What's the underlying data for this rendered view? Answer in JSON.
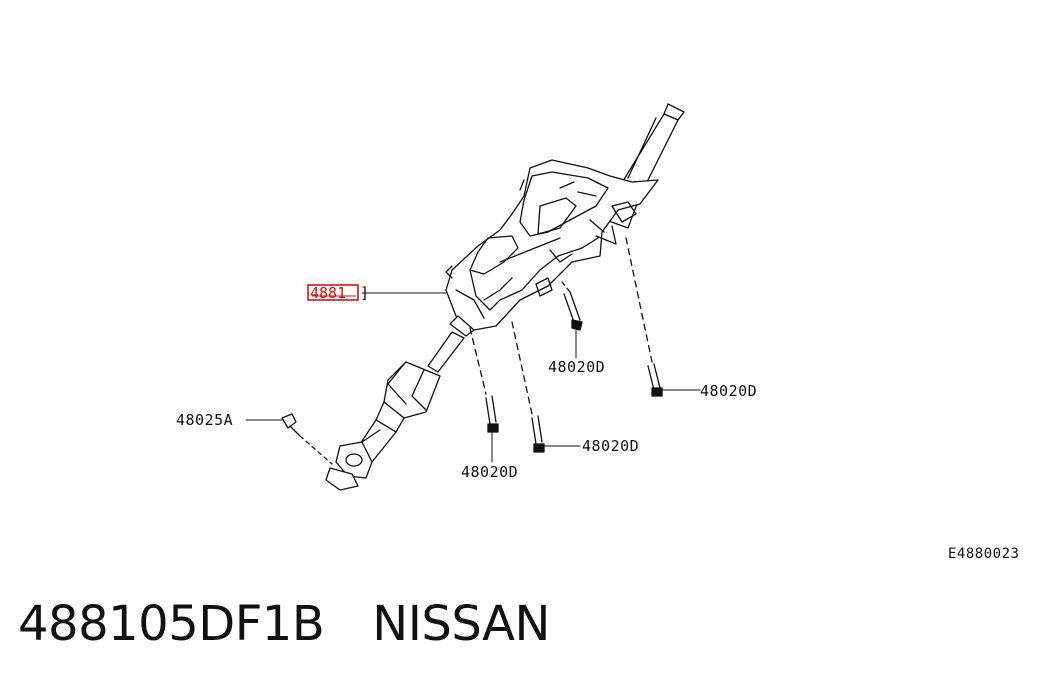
{
  "diagram": {
    "figure_code": "E4880023",
    "highlighted_callout": "4881",
    "callouts": {
      "bolt_upper_mid": "48020D",
      "bolt_upper_right": "48020D",
      "bolt_lower_right": "48020D",
      "bolt_lower_left": "48020D",
      "bolt_joint": "48025A"
    },
    "colors": {
      "line": "#111111",
      "highlight": "#dd1111"
    }
  },
  "caption": {
    "part_number": "488105DF1B",
    "brand": "NISSAN"
  }
}
